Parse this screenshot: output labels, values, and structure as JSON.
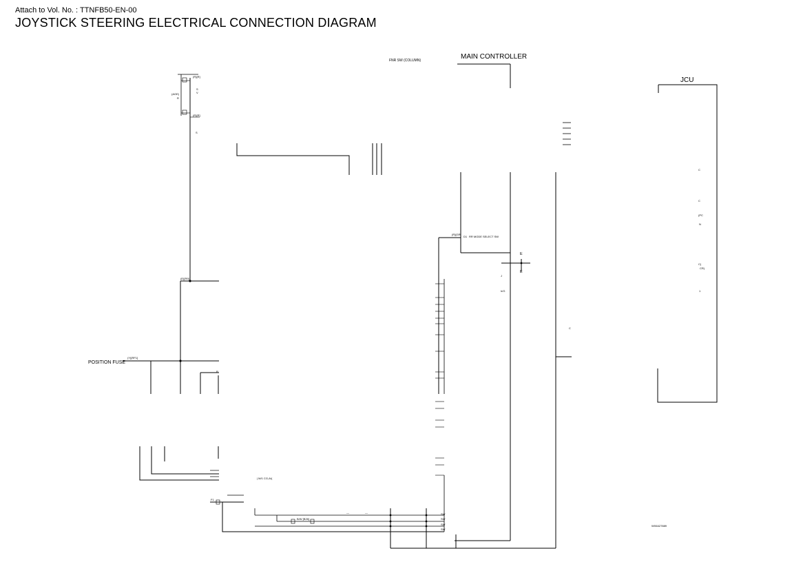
{
  "header": {
    "attach": "Attach to Vol. No. : TTNFB50-EN-00",
    "title": "JOYSTICK STEERING ELECTRICAL CONNECTION DIAGRAM"
  },
  "blocks": {
    "main_controller": "MAIN CONTROLLER",
    "jcu": "JCU",
    "fnr_sw": "FNR SW (COLUMN)",
    "position_fuse": "POSITION FUSE"
  },
  "wire_labels": {
    "pos_fuse_wire": "(Y)[RF1]",
    "wire_e9": "(E)[R9]",
    "wire_rgr": "(R)[GR]",
    "d1": "D1",
    "rr_mode": "RR MODE SELECT SW",
    "bwb": "B/W [B26]",
    "f1": "F1",
    "top1": "(R)[R]",
    "top2": "(R)[R]",
    "side_a": "(AGE)",
    "side_b": "R",
    "e_top": "E",
    "e_bot": "E",
    "ref": "W00A27889"
  },
  "connector_text": {
    "j": "J",
    "h": "h/G",
    "c1": "C",
    "c2": "C",
    "c3": "C",
    "pc": "(PC",
    "n": "N",
    "c4": "C)",
    "cr": "CR)",
    "one": "1",
    "dots": "...",
    "lm": "| M/1 CG-A\\(",
    "s1": "S",
    "s2": "V",
    "s3": "S",
    "r7": "R",
    "ch": "-",
    "dash1": "—",
    "dash2": "—",
    "dots2": "· ·",
    "gb": "G",
    "gb2": "—",
    "sw": "SW",
    "sw2": "SW",
    "sw3": "SW",
    "sw4": "SW"
  }
}
